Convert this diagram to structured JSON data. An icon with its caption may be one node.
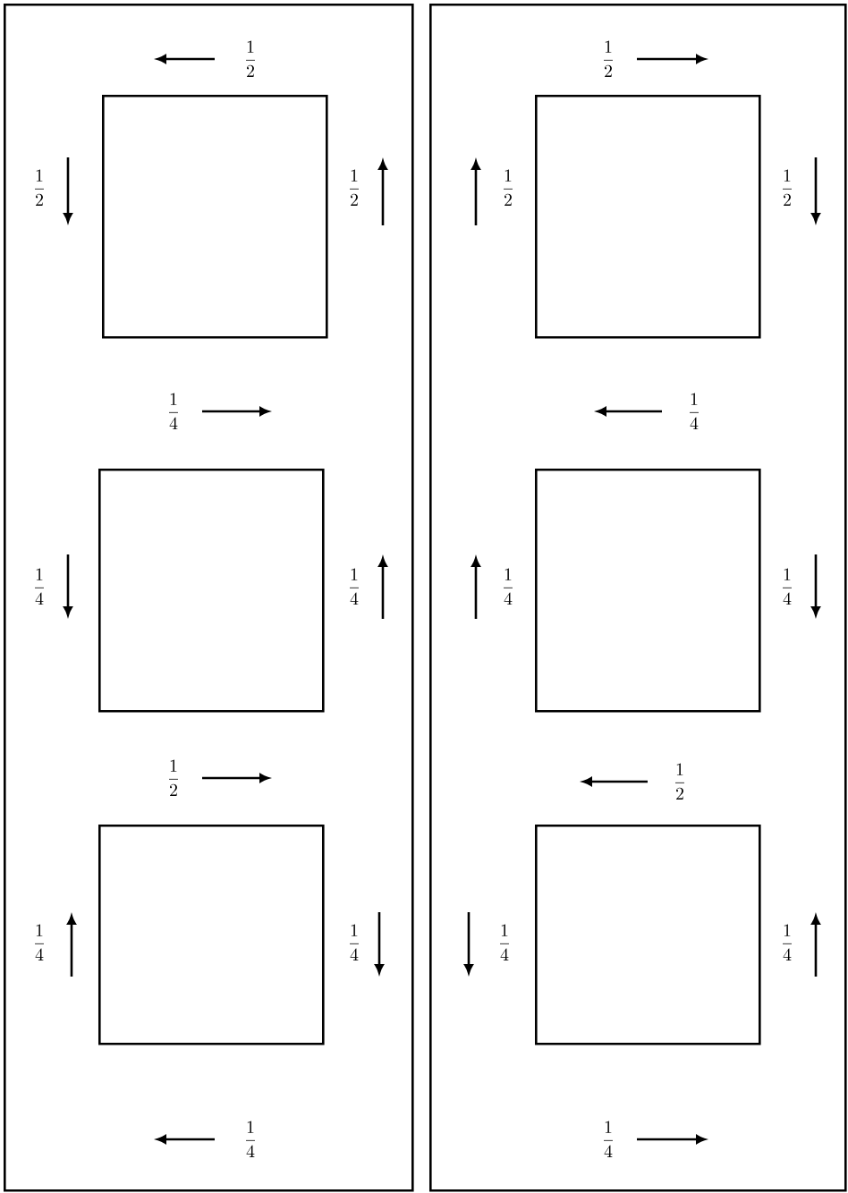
{
  "diagram": {
    "nodes": [
      {
        "text": [],
        "shape": "box"
      },
      {
        "text": [],
        "shape": "box",
        "in": 0
      },
      {
        "text": [],
        "shape": "box",
        "in": 0
      },
      {
        "text": [],
        "shape": "box",
        "in": 0
      },
      {
        "text": [],
        "shape": "box"
      },
      {
        "text": [],
        "shape": "box",
        "in": 4
      },
      {
        "text": [],
        "shape": "box",
        "in": 4
      },
      {
        "text": [],
        "shape": "box",
        "in": 4
      }
    ],
    "labels": [
      "\\frac{1}{2}",
      "\\frac{1}{2}",
      "\\frac{1}{2}",
      "\\frac{1}{4}",
      "\\frac{1}{4}",
      "\\frac{1}{4}",
      "\\frac{1}{2}",
      "\\frac{1}{4}",
      "\\frac{1}{4}",
      "\\frac{1}{4}",
      "\\frac{1}{2}",
      "\\frac{1}{2}",
      "\\frac{1}{2}",
      "\\frac{1}{4}",
      "\\frac{1}{4}",
      "\\frac{1}{4}",
      "\\frac{1}{2}",
      "\\frac{1}{4}",
      "\\frac{1}{4}",
      "\\frac{1}{4}"
    ]
  }
}
